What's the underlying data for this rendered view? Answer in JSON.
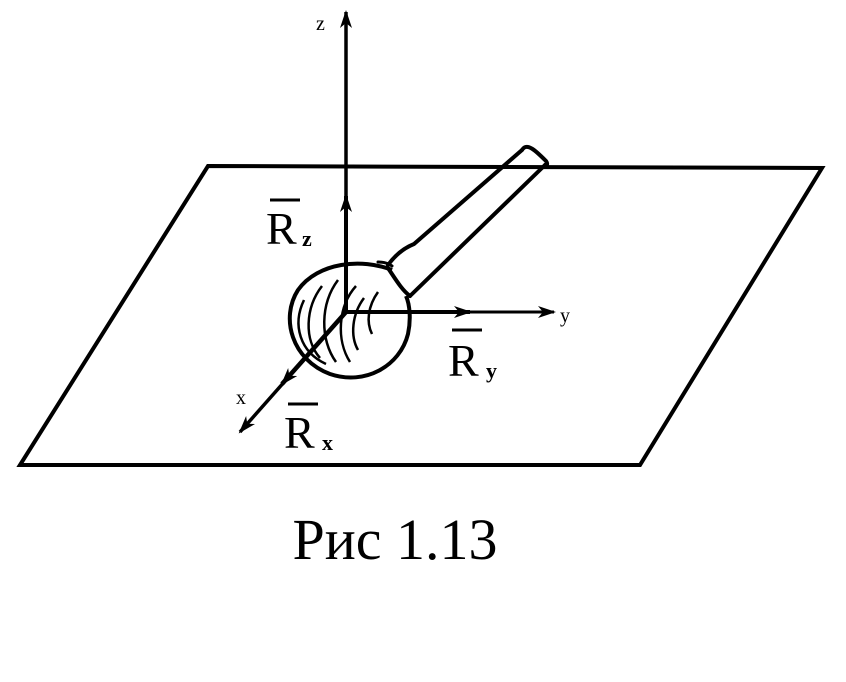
{
  "figure": {
    "axes": {
      "z": "z",
      "y": "y",
      "x": "x"
    },
    "forces": [
      {
        "symbol": "R",
        "subscript": "z"
      },
      {
        "symbol": "R",
        "subscript": "y"
      },
      {
        "symbol": "R",
        "subscript": "x"
      }
    ],
    "caption": "Рис 1.13",
    "stroke_color": "#000000"
  }
}
